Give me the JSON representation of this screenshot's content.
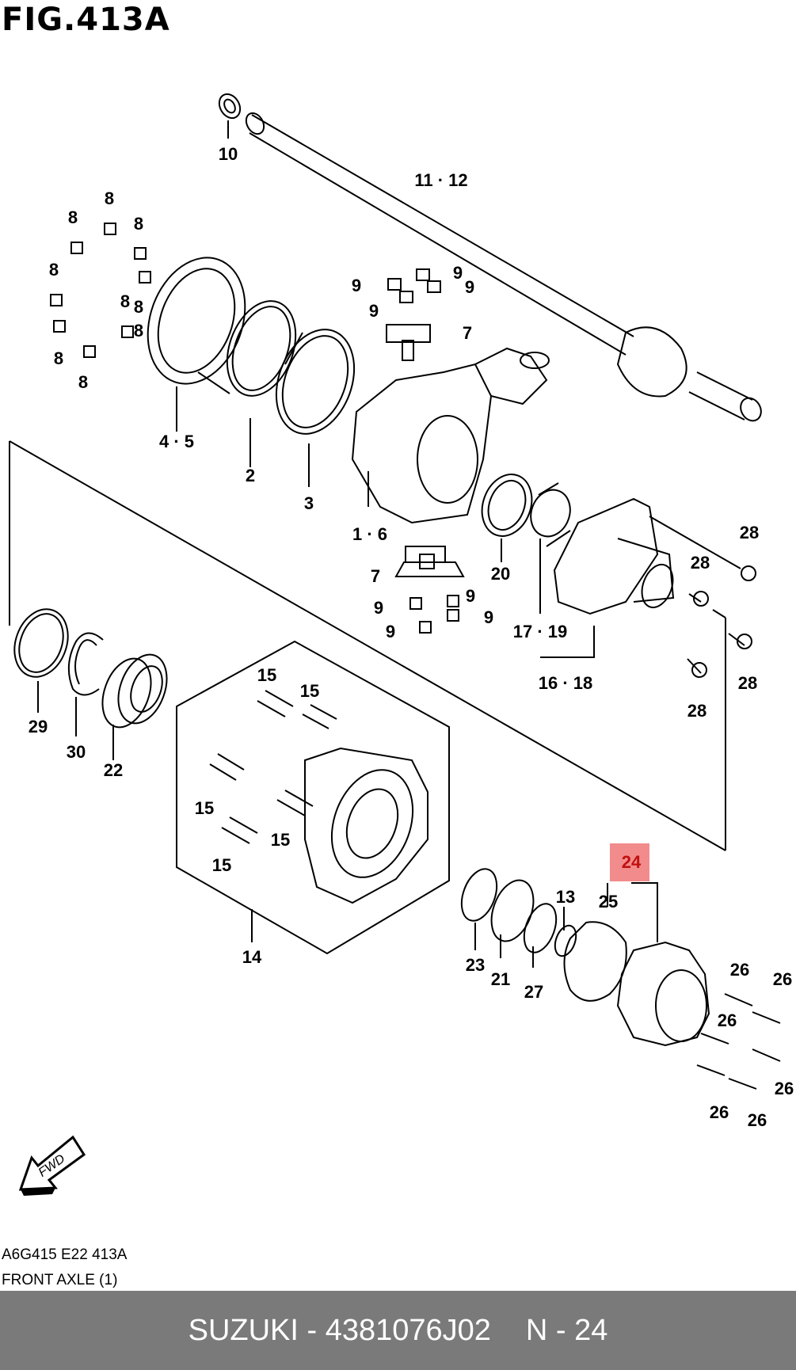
{
  "figure_title": "FIG.413A",
  "drawing_code": "A6G415 E22 413A",
  "caption": "FRONT AXLE (1)",
  "footer": {
    "brand_part": "SUZUKI - 4381076J02",
    "ref": "N - 24"
  },
  "fwd_label": "FWD",
  "highlight_color": "#f28b8b",
  "part_labels": {
    "p10": "10",
    "p11_12": "11 · 12",
    "p8a": "8",
    "p8b": "8",
    "p8c": "8",
    "p8d": "8",
    "p8e": "8",
    "p8f": "8",
    "p8g": "8",
    "p8h": "8",
    "p8i": "8",
    "p9a": "9",
    "p9b": "9",
    "p9c": "9",
    "p9d": "9",
    "p9e": "9",
    "p9f": "9",
    "p9g": "9",
    "p9h": "9",
    "p7a": "7",
    "p7b": "7",
    "p4_5": "4 · 5",
    "p2": "2",
    "p3": "3",
    "p1_6": "1 · 6",
    "p20": "20",
    "p17_19": "17 · 19",
    "p16_18": "16 · 18",
    "p28a": "28",
    "p28b": "28",
    "p28c": "28",
    "p28d": "28",
    "p29": "29",
    "p30": "30",
    "p22": "22",
    "p15a": "15",
    "p15b": "15",
    "p15c": "15",
    "p15d": "15",
    "p15e": "15",
    "p14": "14",
    "p24": "24",
    "p25": "25",
    "p13": "13",
    "p23": "23",
    "p21": "21",
    "p27": "27",
    "p26a": "26",
    "p26b": "26",
    "p26c": "26",
    "p26d": "26",
    "p26e": "26",
    "p26f": "26"
  }
}
